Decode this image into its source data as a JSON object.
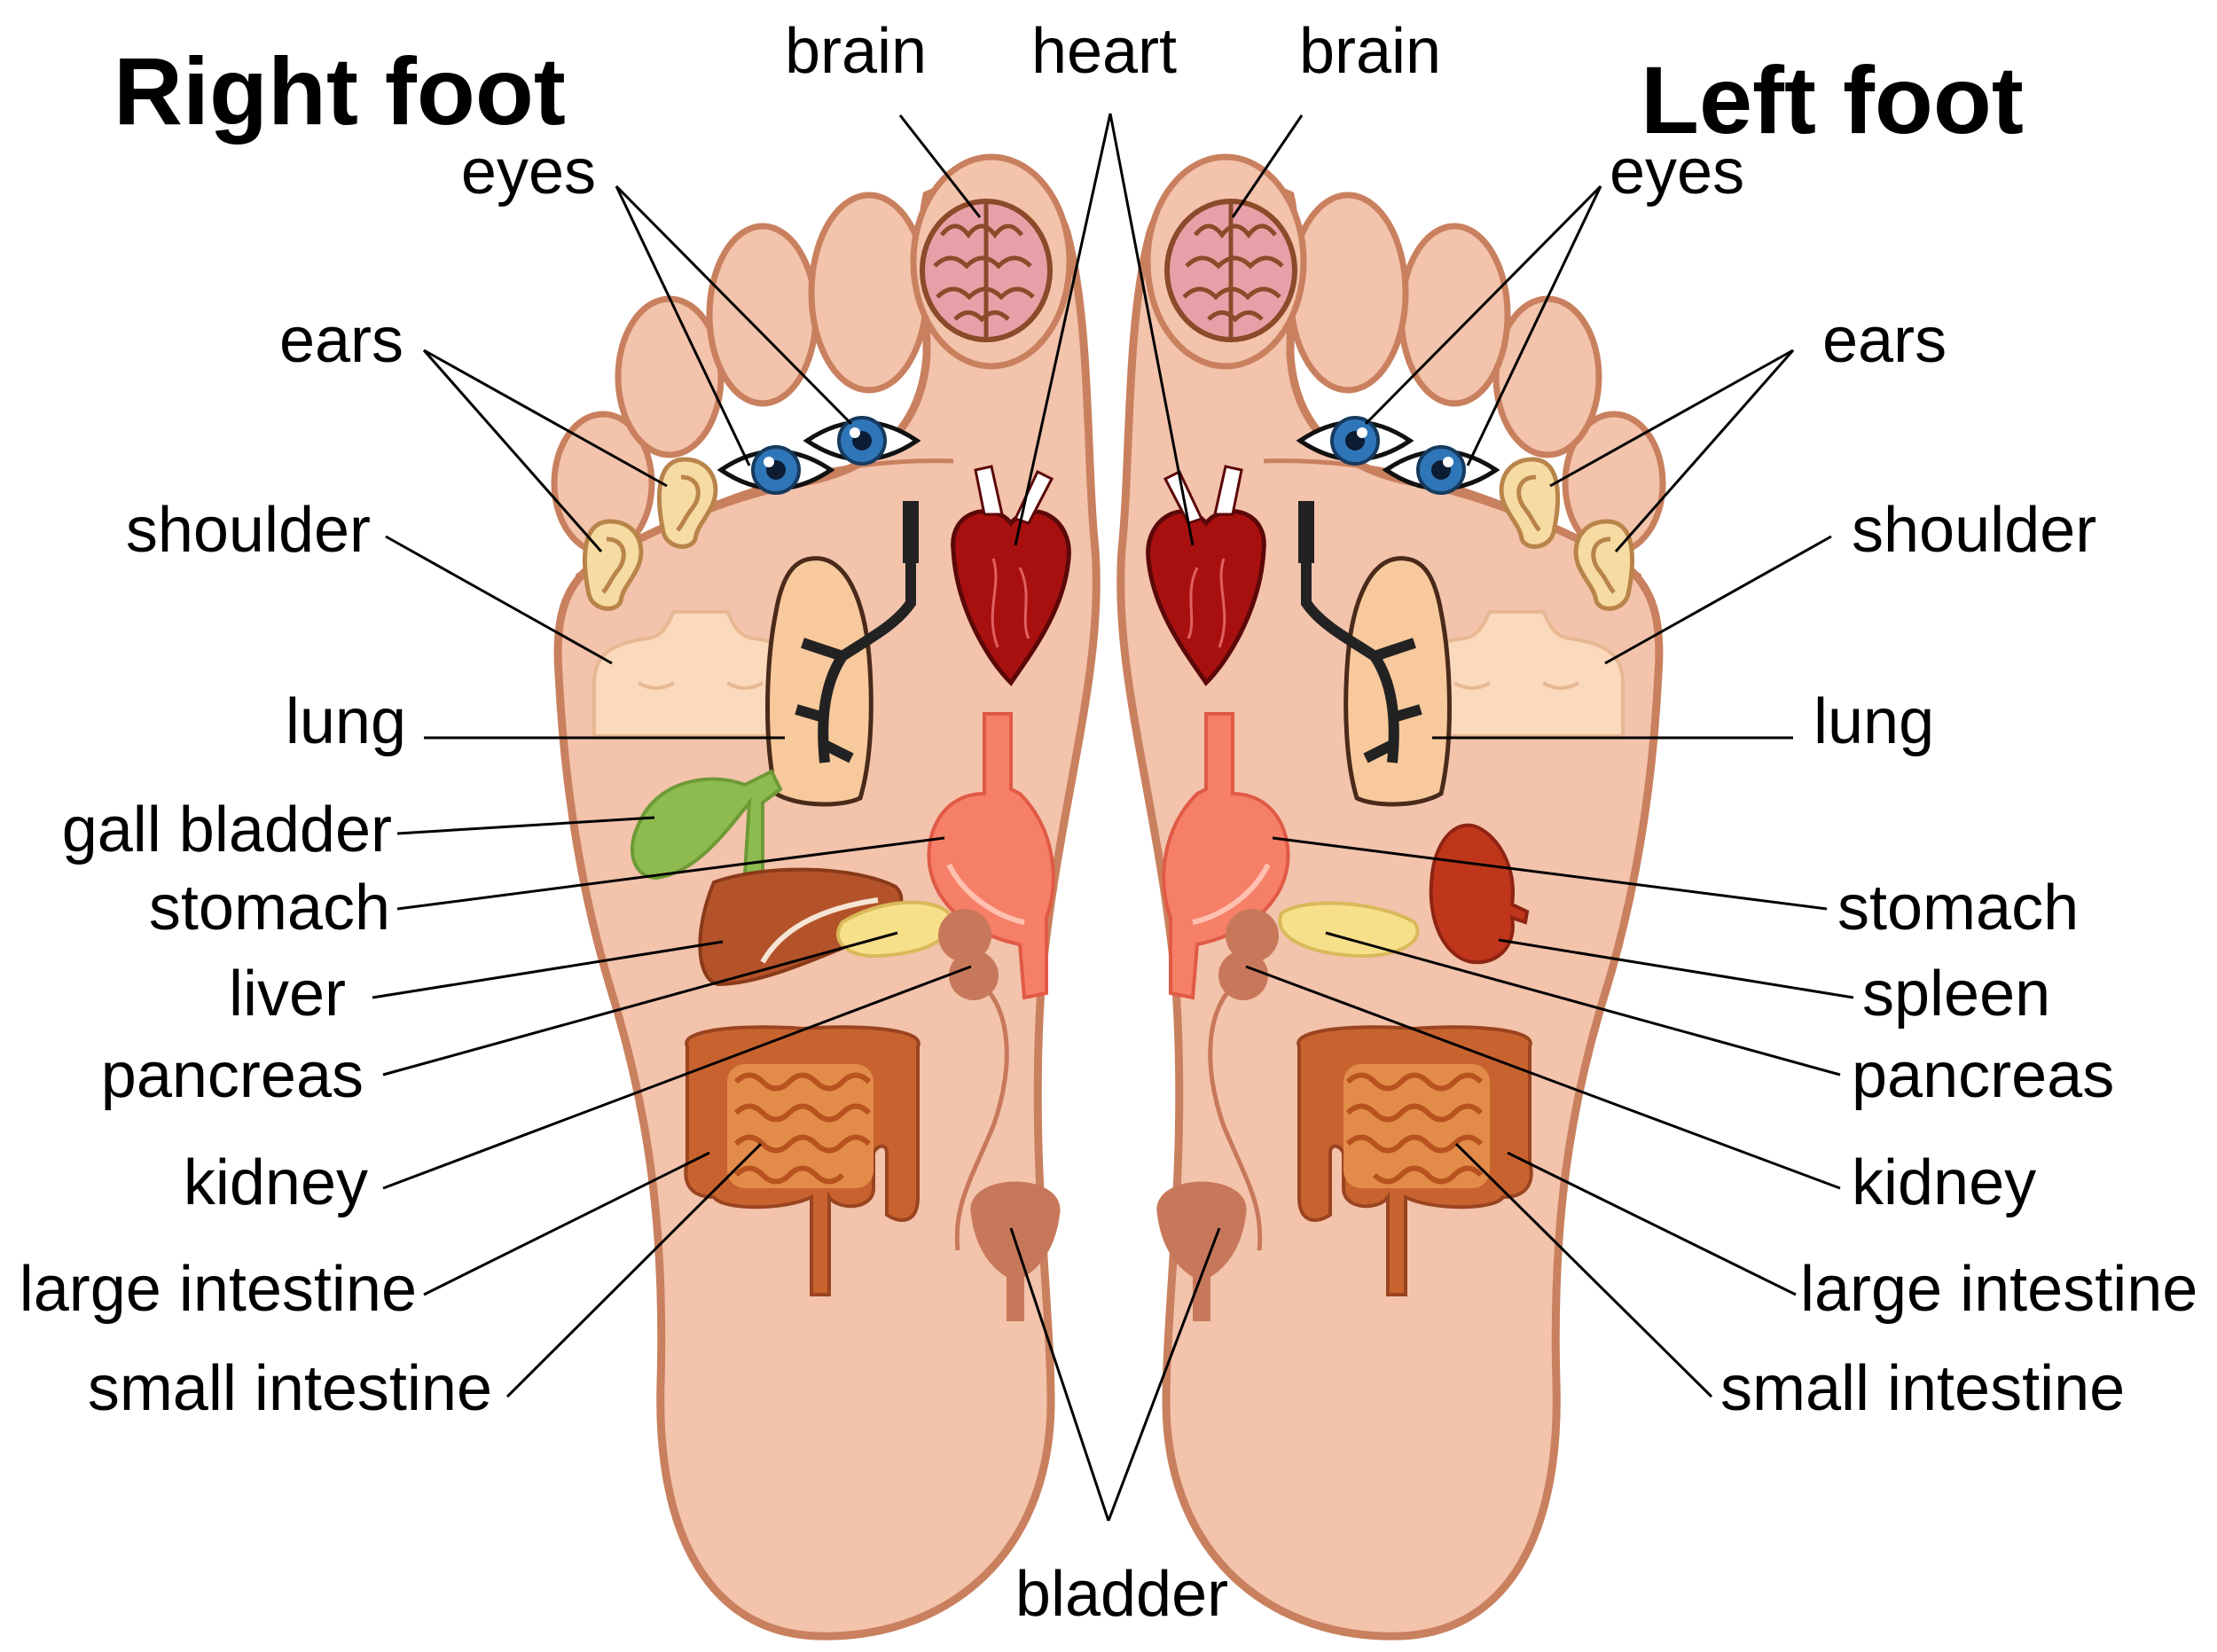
{
  "titles": {
    "right_foot": "Right foot",
    "left_foot": "Left foot"
  },
  "labels": {
    "brain": "brain",
    "heart": "heart",
    "eyes": "eyes",
    "ears": "ears",
    "shoulder": "shoulder",
    "lung": "lung",
    "gall_bladder": "gall bladder",
    "stomach": "stomach",
    "liver": "liver",
    "pancreas": "pancreas",
    "kidney": "kidney",
    "large_intestine": "large intestine",
    "small_intestine": "small intestine",
    "spleen": "spleen",
    "bladder": "bladder"
  },
  "colors": {
    "skin": "#f3c3ac",
    "skin_outline": "#c9805e",
    "brain": "#e8a0a8",
    "heart": "#a8100f",
    "lung": "#f8c99c",
    "gall_bladder": "#8dbb50",
    "stomach": "#f57f67",
    "liver": "#b4532a",
    "pancreas": "#f7e08a",
    "kidney": "#c8785a",
    "intestine": "#c8632f",
    "spleen": "#c0361b",
    "eye_iris": "#2f76b9",
    "ear": "#f6dba3",
    "shoulder": "#fbd9bc"
  }
}
